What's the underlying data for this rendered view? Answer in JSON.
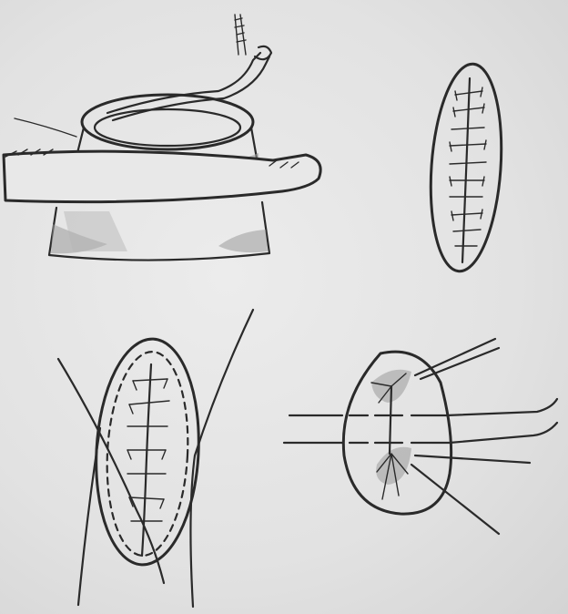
{
  "figure": {
    "kind": "pencil sketch",
    "panels": [
      "panel-a",
      "panel-b",
      "panel-c",
      "panel-d"
    ]
  },
  "colors": {
    "paper": "#e6e6e6",
    "pencil": "#2a2a2a",
    "shading": "#9a9a9a"
  }
}
